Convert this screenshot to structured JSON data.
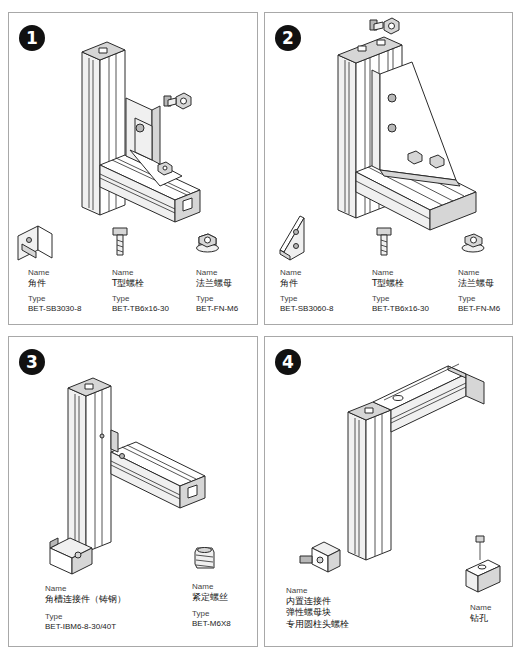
{
  "diagram": {
    "nodes": [
      {
        "text": [
          "1"
        ]
      },
      {
        "text": [
          "2"
        ]
      },
      {
        "text": [
          "3"
        ]
      },
      {
        "text": [
          "4"
        ]
      }
    ],
    "labels": [
      "Name",
      "角件",
      "Type",
      "BET-SB3030-8",
      "Name",
      "T型螺栓",
      "Type",
      "BET-TB6x16-30",
      "Name",
      "法兰螺母",
      "Type",
      "BET-FN-M6",
      "Name",
      "角件",
      "Type",
      "BET-SB3060-8",
      "Name",
      "T型螺栓",
      "Type",
      "BET-TB6x16-30",
      "Name",
      "法兰螺母",
      "Type",
      "BET-FN-M6",
      "Name",
      "角槽连接件（铸钢）",
      "Type",
      "BET-IBM6-8-30/40T",
      "Name",
      "紧定螺丝",
      "Type",
      "BET-M6X8",
      "Name",
      "内置连接件 弹性螺母块 专用圆柱头螺栓",
      "Name",
      "钻孔"
    ]
  }
}
